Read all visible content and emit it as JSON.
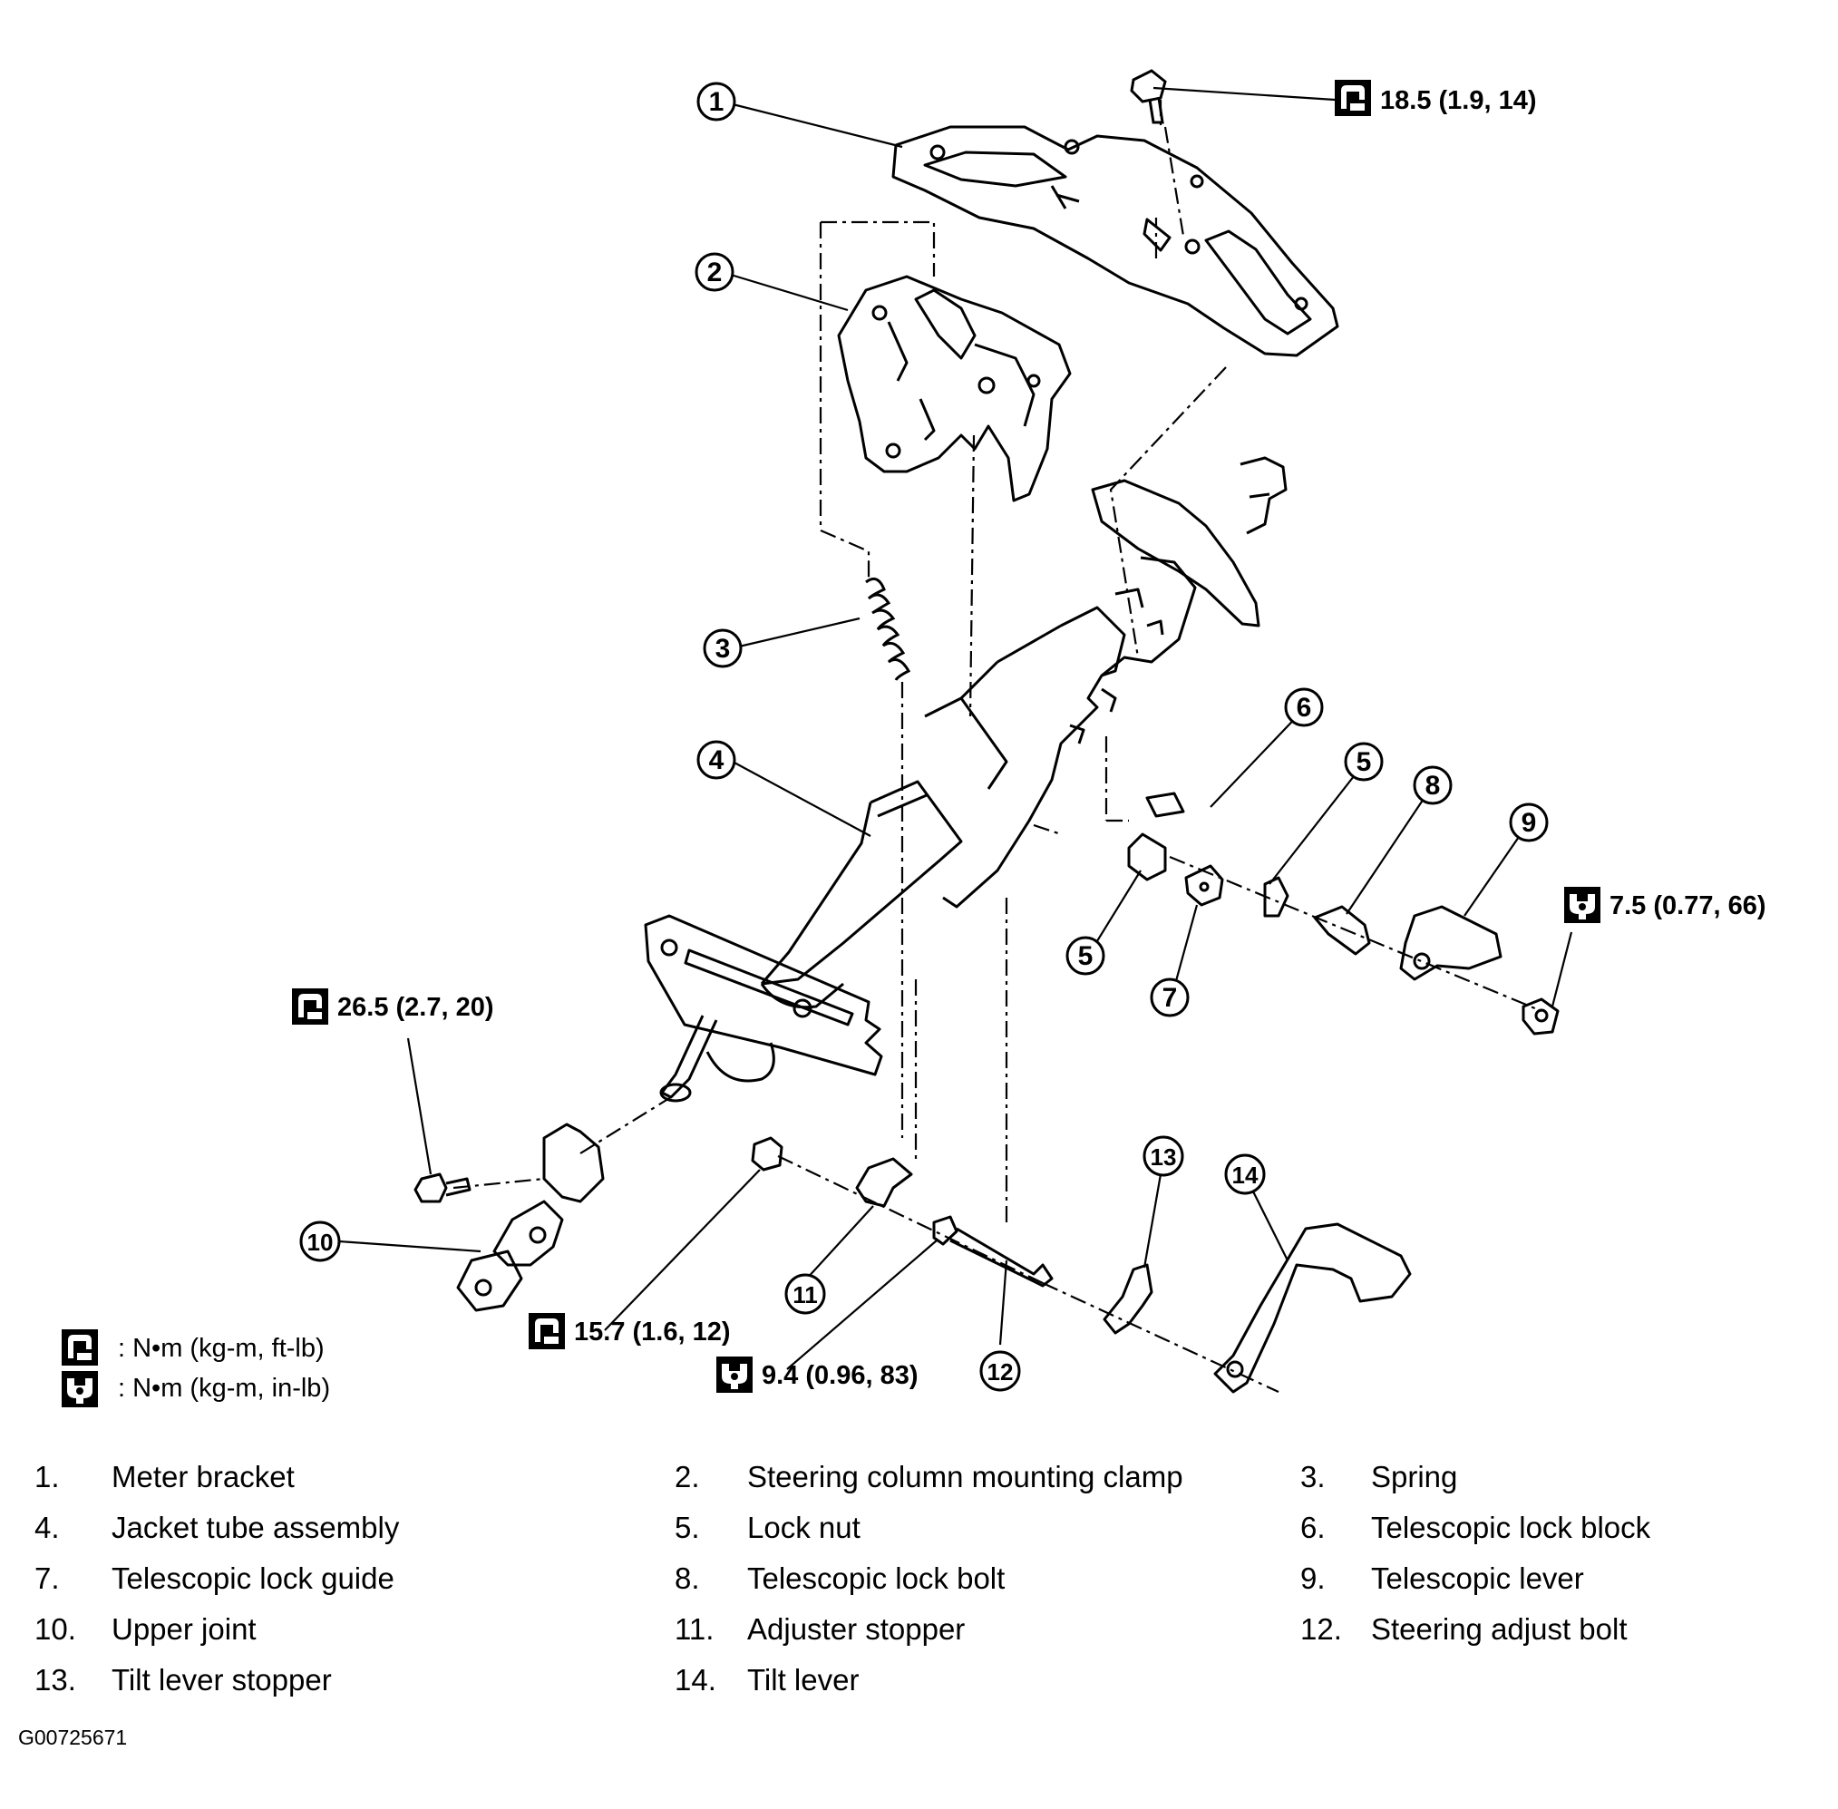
{
  "callouts": [
    "1",
    "2",
    "3",
    "4",
    "5",
    "6",
    "5",
    "7",
    "8",
    "9",
    "10",
    "11",
    "12",
    "13",
    "14"
  ],
  "torque_specs": {
    "t1": "18.5 (1.9, 14)",
    "t2": "7.5 (0.77, 66)",
    "t3": "26.5 (2.7, 20)",
    "t4": "15.7 (1.6, 12)",
    "t5": "9.4 (0.96, 83)"
  },
  "legend": {
    "nm_ftlb": ": N•m  (kg-m,  ft-lb)",
    "nm_inlb": ": N•m  (kg-m,  in-lb)"
  },
  "parts": [
    {
      "no": "1.",
      "name": "Meter bracket"
    },
    {
      "no": "2.",
      "name": "Steering column mounting clamp"
    },
    {
      "no": "3.",
      "name": "Spring"
    },
    {
      "no": "4.",
      "name": "Jacket tube assembly"
    },
    {
      "no": "5.",
      "name": "Lock nut"
    },
    {
      "no": "6.",
      "name": "Telescopic lock block"
    },
    {
      "no": "7.",
      "name": "Telescopic lock guide"
    },
    {
      "no": "8.",
      "name": "Telescopic lock bolt"
    },
    {
      "no": "9.",
      "name": "Telescopic lever"
    },
    {
      "no": "10.",
      "name": "Upper joint"
    },
    {
      "no": "11.",
      "name": "Adjuster stopper"
    },
    {
      "no": "12.",
      "name": "Steering adjust bolt"
    },
    {
      "no": "13.",
      "name": "Tilt lever stopper"
    },
    {
      "no": "14.",
      "name": "Tilt lever"
    }
  ],
  "figure_id": "G00725671"
}
